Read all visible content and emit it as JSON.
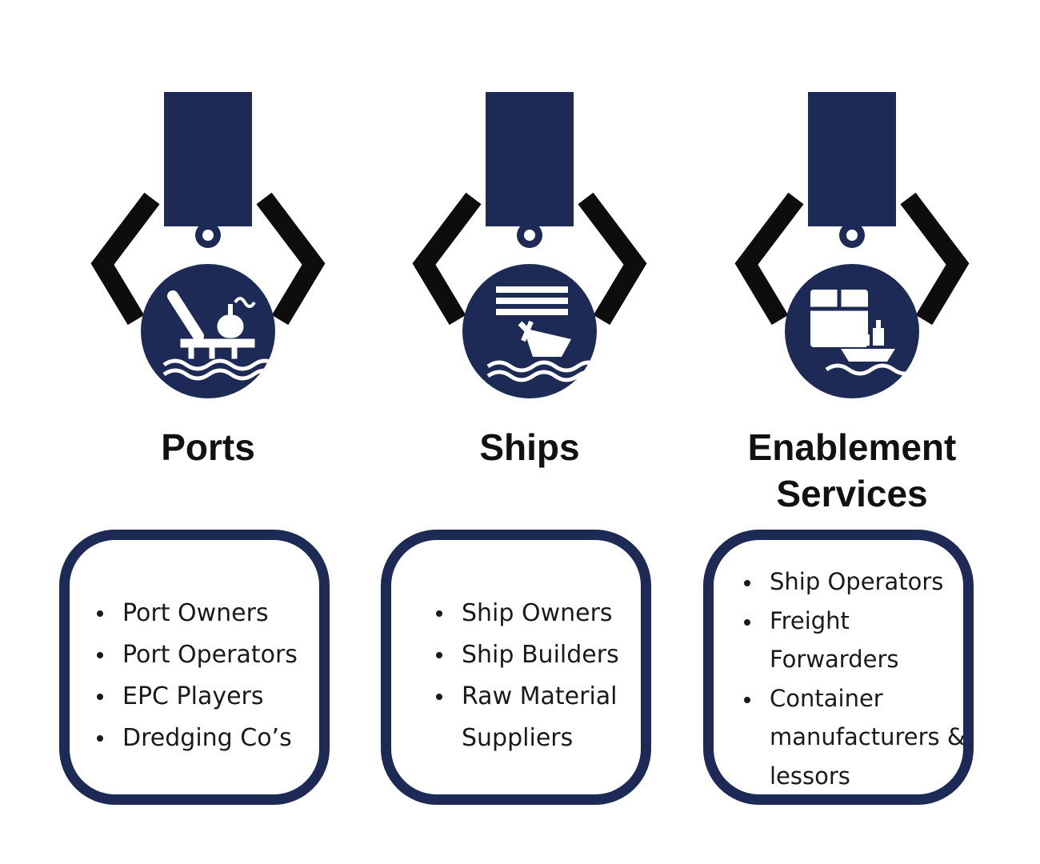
{
  "colors": {
    "navy": "#1d2a55",
    "claw": "#0d0d0d",
    "text": "#111111"
  },
  "columns": [
    {
      "icon": "offshore-platform-icon",
      "title_lines": [
        "Ports"
      ],
      "items": [
        "Port Owners",
        "Port Operators",
        "EPC Players",
        "Dredging Co’s"
      ]
    },
    {
      "icon": "sinking-ship-icon",
      "title_lines": [
        "Ships"
      ],
      "items": [
        "Ship Owners",
        "Ship Builders",
        "Raw Material Suppliers"
      ]
    },
    {
      "icon": "cargo-ship-icon",
      "title_lines": [
        "Enablement",
        "Services"
      ],
      "items": [
        "Ship Operators",
        "Freight Forwarders",
        "Container manufacturers & lessors"
      ]
    }
  ]
}
